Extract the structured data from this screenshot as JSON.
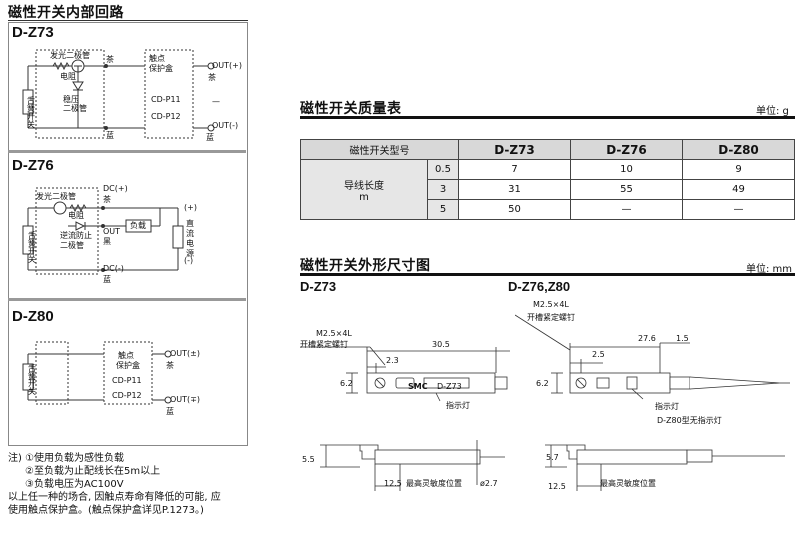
{
  "left": {
    "title": "磁性开关内部回路",
    "z73": {
      "model": "D-Z73",
      "led": "发光二极管",
      "resistor": "电阻",
      "zener_l1": "稳压",
      "zener_l2": "二极管",
      "reed_l1": "舌簧",
      "reed_l2": "开关",
      "brown": "茶",
      "blue": "蓝",
      "out_plus": "OUT(+)",
      "out_minus": "OUT(-)",
      "protect_l1": "触点",
      "protect_l2": "保护盒",
      "cdp11": "CD-P11",
      "dash": "—",
      "cdp12": "CD-P12"
    },
    "z76": {
      "model": "D-Z76",
      "led": "发光二极管",
      "resistor": "电阻",
      "reverse_l1": "逆流防止",
      "reverse_l2": "二极管",
      "reed_l1": "舌簧",
      "reed_l2": "开关",
      "load": "负载",
      "dc_plus": "DC(+)",
      "brown": "茶",
      "out": "OUT",
      "black": "黑",
      "dc_minus": "DC(-)",
      "blue": "蓝",
      "plus": "(+)",
      "minus": "(-)",
      "ps1": "直",
      "ps2": "流",
      "ps3": "电",
      "ps4": "源"
    },
    "z80": {
      "model": "D-Z80",
      "reed_l1": "舌簧",
      "reed_l2": "开关",
      "protect_l1": "触点",
      "protect_l2": "保护盒",
      "cdp11": "CD-P11",
      "cdp12": "CD-P12",
      "out_pm": "OUT(±)",
      "out_mp": "OUT(∓)",
      "brown": "茶",
      "blue": "蓝"
    },
    "notes": [
      "注) ①使用负载为感性负载",
      "②至负载为止配线长在5m以上",
      "③负载电压为AC100V",
      "以上任一种的场合, 因触点寿命有降低的可能, 应",
      "使用触点保护盒。(触点保护盒详见P.1273。)"
    ]
  },
  "mass": {
    "title": "磁性开关质量表",
    "unit": "单位: g",
    "header": [
      "磁性开关型号",
      "D-Z73",
      "D-Z76",
      "D-Z80"
    ],
    "row_label_l1": "导线长度",
    "row_label_l2": "m",
    "rows": [
      {
        "len": "0.5",
        "v": [
          "7",
          "10",
          "9"
        ]
      },
      {
        "len": "3",
        "v": [
          "31",
          "55",
          "49"
        ]
      },
      {
        "len": "5",
        "v": [
          "50",
          "—",
          "—"
        ]
      }
    ]
  },
  "dims": {
    "title": "磁性开关外形尺寸图",
    "unit": "单位: mm",
    "z73": {
      "model": "D-Z73",
      "screw": "M2.5×4L",
      "screw_desc": "开槽紧定螺钉",
      "d_305": "30.5",
      "d_23": "2.3",
      "d_62": "6.2",
      "brand": "SMC",
      "label": "D-Z73",
      "indicator": "指示灯",
      "d_55": "5.5",
      "d_125": "12.5",
      "sensing": "最高灵敏度位置",
      "d_27": "ø2.7"
    },
    "z76": {
      "model": "D-Z76,Z80",
      "screw": "M2.5×4L",
      "screw_desc": "开槽紧定螺钉",
      "d_276": "27.6",
      "d_15": "1.5",
      "d_25": "2.5",
      "d_62": "6.2",
      "indicator": "指示灯",
      "no_indicator": "D-Z80型无指示灯",
      "d_57": "5.7",
      "d_125": "12.5",
      "sensing": "最高灵敏度位置"
    }
  }
}
